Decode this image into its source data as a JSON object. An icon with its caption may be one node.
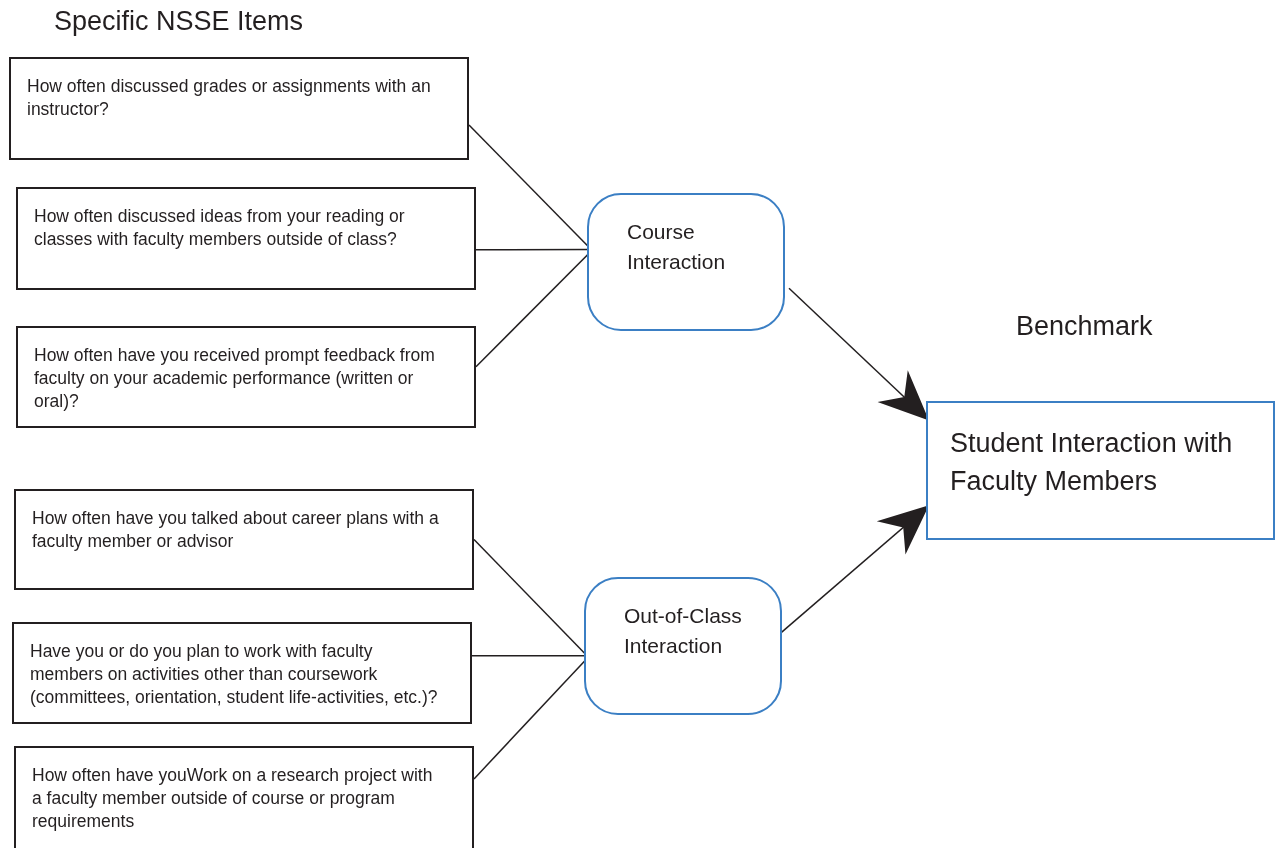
{
  "diagram": {
    "title": "Specific NSSE Items",
    "nodes": [
      {
        "text": [
          "How often discussed grades or assignments with an instructor?"
        ]
      },
      {
        "text": [
          "How often discussed ideas from your reading or classes with faculty members outside of class?"
        ]
      },
      {
        "text": [
          "How often have you received prompt feedback from faculty on your academic performance (written or oral)?"
        ]
      },
      {
        "text": [
          "How often have you talked about career plans with a faculty member or advisor"
        ]
      },
      {
        "text": [
          "Have you or do you plan to work with faculty members on activities other than coursework (committees, orientation, student life-activities, etc.)?"
        ]
      },
      {
        "text": [
          "How often have youWork on a research project with a faculty member outside of course or program requirements"
        ]
      },
      {
        "text": [
          "Course Interaction"
        ]
      },
      {
        "text": [
          "Out-of-Class Interaction"
        ]
      },
      {
        "text": [
          "Student Interaction with Faculty Members"
        ],
        "beside": [
          "Benchmark"
        ]
      }
    ],
    "edges": [
      {
        "from": 0,
        "to": 6,
        "arrow": "none"
      },
      {
        "from": 1,
        "to": 6,
        "arrow": "none"
      },
      {
        "from": 2,
        "to": 6,
        "arrow": "none"
      },
      {
        "from": 3,
        "to": 7,
        "arrow": "none"
      },
      {
        "from": 4,
        "to": 7,
        "arrow": "none"
      },
      {
        "from": 5,
        "to": 7,
        "arrow": "none"
      },
      {
        "from": 6,
        "to": 8,
        "arrow": "to"
      },
      {
        "from": 7,
        "to": 8,
        "arrow": "to"
      }
    ]
  }
}
